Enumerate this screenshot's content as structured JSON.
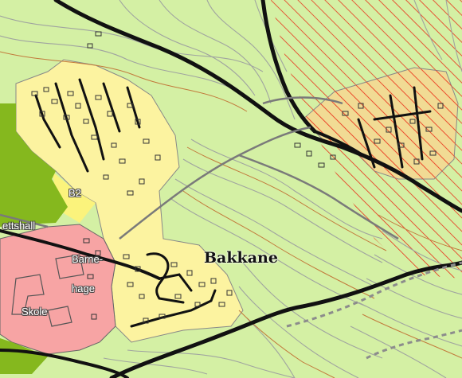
{
  "map": {
    "place_name": "Bakkane",
    "zone_labels": {
      "b2": "B2",
      "ettshall": "ettshall",
      "barne": "Barne-",
      "hage": "hage",
      "skole": "Skole"
    },
    "colors": {
      "land": "#d4f0a4",
      "residential": "#fcf3a0",
      "residential_hatched": "#fbd48f",
      "public": "#f7a4a4",
      "sports": "#85b81e",
      "road": "#111111",
      "hatch": "#e8341c",
      "contour_grey": "#a0a4a0",
      "contour_brown": "#c27a3c",
      "path": "#8c8c8c"
    }
  }
}
